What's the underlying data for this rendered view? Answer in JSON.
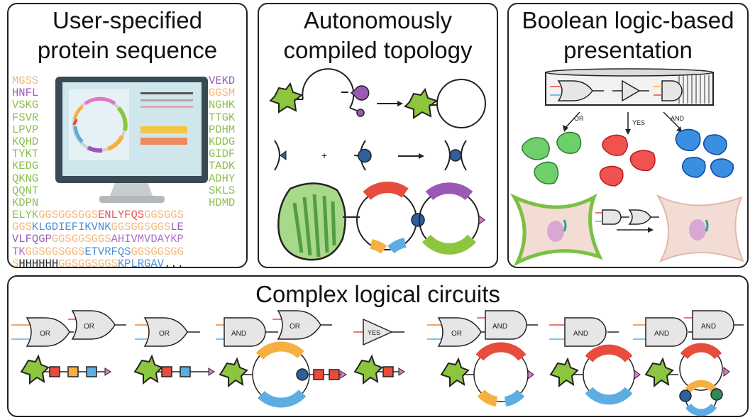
{
  "panels": {
    "sequence": {
      "title_line1": "User-specified",
      "title_line2": "protein sequence"
    },
    "topology": {
      "title_line1": "Autonomously",
      "title_line2": "compiled topology"
    },
    "boolean": {
      "title_line1": "Boolean logic-based",
      "title_line2": "presentation"
    },
    "circuits": {
      "title": "Complex logical circuits"
    }
  },
  "sequence_left": [
    {
      "text": "MGSS",
      "color": "#f2b97a"
    },
    {
      "text": "HNFL",
      "color": "#9a5fb5"
    },
    {
      "text": "VSKG",
      "color": "#8cc050"
    },
    {
      "text": "FSVR",
      "color": "#8cc050"
    },
    {
      "text": "LPVP",
      "color": "#8cc050"
    },
    {
      "text": "KQHD",
      "color": "#8cc050"
    },
    {
      "text": "TYKT",
      "color": "#8cc050"
    },
    {
      "text": "KEDG",
      "color": "#8cc050"
    },
    {
      "text": "QKNG",
      "color": "#8cc050"
    },
    {
      "text": "QQNT",
      "color": "#8cc050"
    },
    {
      "text": "KDPN",
      "color": "#8cc050"
    }
  ],
  "sequence_right": [
    {
      "text": "VEKD",
      "color": "#9a5fb5"
    },
    {
      "text": "GGSM",
      "color": "#f2b97a"
    },
    {
      "text": "NGHK",
      "color": "#8cc050"
    },
    {
      "text": "TTGK",
      "color": "#8cc050"
    },
    {
      "text": "PDHM",
      "color": "#8cc050"
    },
    {
      "text": "KDDG",
      "color": "#8cc050"
    },
    {
      "text": "GIDF",
      "color": "#8cc050"
    },
    {
      "text": "TADK",
      "color": "#8cc050"
    },
    {
      "text": "ADHY",
      "color": "#8cc050"
    },
    {
      "text": "SKLS",
      "color": "#8cc050"
    },
    {
      "text": "HDMD",
      "color": "#8cc050"
    }
  ],
  "sequence_full_rows": [
    [
      {
        "text": "ELYK",
        "color": "#8cc050"
      },
      {
        "text": "GGSGGSGGS",
        "color": "#f2b97a"
      },
      {
        "text": "ENLYFQS",
        "color": "#e8585a"
      },
      {
        "text": "GGSGGS",
        "color": "#f2b97a"
      }
    ],
    [
      {
        "text": "GGS",
        "color": "#f2b97a"
      },
      {
        "text": "KLGDIEFIKVNK",
        "color": "#4f8fcf"
      },
      {
        "text": "GGSGGSGGS",
        "color": "#f2b97a"
      },
      {
        "text": "LE",
        "color": "#9a5fb5"
      }
    ],
    [
      {
        "text": "VLFQGP",
        "color": "#9a5fb5"
      },
      {
        "text": "GGSGGSGGS",
        "color": "#f2b97a"
      },
      {
        "text": "AHIVMVDAYKP",
        "color": "#b070c8"
      }
    ],
    [
      {
        "text": "TK",
        "color": "#b070c8"
      },
      {
        "text": "GGSGGSGGS",
        "color": "#f2b97a"
      },
      {
        "text": "ETVRFQS",
        "color": "#4f8fcf"
      },
      {
        "text": "GGSGGSGG",
        "color": "#f2b97a"
      }
    ],
    [
      {
        "text": "S",
        "color": "#f2b97a"
      },
      {
        "text": "HHHHHH",
        "color": "#222222"
      },
      {
        "text": "GGSGGSGGS",
        "color": "#f2b97a"
      },
      {
        "text": "KPLRGAV",
        "color": "#4f8fcf"
      },
      {
        "text": "...",
        "color": "#222222"
      }
    ]
  ],
  "gate_labels": {
    "or": "OR",
    "yes": "YES",
    "and": "AND"
  },
  "circuits": {
    "c1": [
      "OR",
      "OR"
    ],
    "c2": [
      "OR"
    ],
    "c3": [
      "AND",
      "OR"
    ],
    "c4": [
      "YES"
    ],
    "c5": [
      "OR",
      "AND"
    ],
    "c6": [
      "AND"
    ],
    "c7": [
      "AND",
      "AND"
    ]
  },
  "colors": {
    "green": "#8cc63f",
    "purple": "#9b59b6",
    "red": "#e74c3c",
    "orange": "#f5b041",
    "blue": "#5dade2",
    "navy": "#2e5f9e",
    "pink": "#e377c2",
    "teal": "#2e8b57"
  }
}
